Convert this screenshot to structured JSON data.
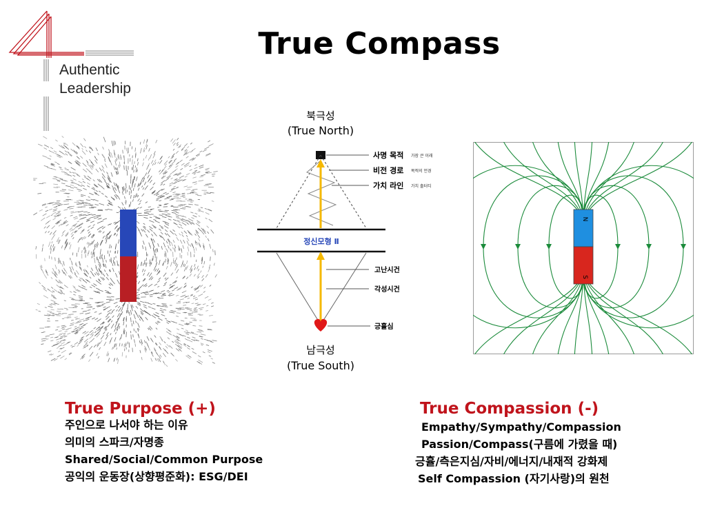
{
  "logo": {
    "numeral": "4",
    "line1": "Authentic",
    "line2": "Leadership"
  },
  "title": "True Compass",
  "colors": {
    "accent_red": "#c0141c",
    "magnet_blue": "#2747b8",
    "magnet_red": "#b81f24",
    "field_green": "#1a8a3a",
    "arrow_yellow": "#f5b800"
  },
  "diagram": {
    "north_korean": "북극성",
    "north_english": "(True North)",
    "south_korean": "남극성",
    "south_english": "(True South)",
    "center_box": "정신모형 Ⅱ",
    "upper_labels": [
      {
        "main": "사명 목적",
        "small": "가장 큰 이래"
      },
      {
        "main": "비전 경로",
        "small": "목적의 언경"
      },
      {
        "main": "가치 라인",
        "small": "가치 출터티"
      }
    ],
    "lower_labels": [
      "고난시건",
      "각성시건",
      "긍휼심"
    ]
  },
  "field": {
    "north_pole": "N",
    "south_pole": "S"
  },
  "true_purpose": {
    "title": "True Purpose (+)",
    "lines": [
      "주인으로 나서야 하는 이유",
      "의미의 스파크/자명종",
      "Shared/Social/Common Purpose",
      "공익의 운동장(상향평준화): ESG/DEI"
    ]
  },
  "true_compassion": {
    "title": "True Compassion (-)",
    "lines": [
      "Empathy/Sympathy/Compassion",
      "Passion/Compass(구름에 가렸을 때)",
      "긍휼/측은지심/자비/에너지/내재적 강화제",
      "Self Compassion (자기사랑)의 원천"
    ]
  }
}
